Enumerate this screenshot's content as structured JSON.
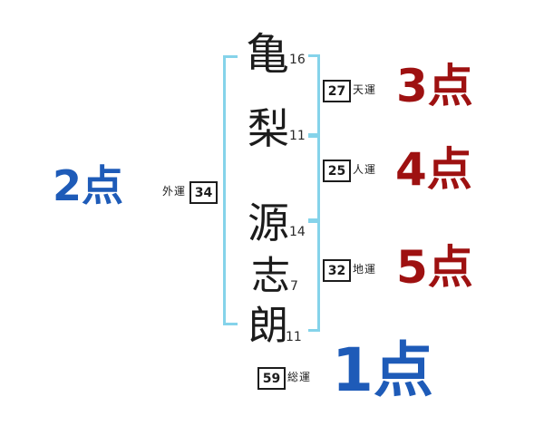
{
  "name": {
    "chars": [
      {
        "char": "亀",
        "strokes": "16"
      },
      {
        "char": "梨",
        "strokes": "11"
      },
      {
        "char": "源",
        "strokes": "14"
      },
      {
        "char": "志",
        "strokes": "7"
      },
      {
        "char": "朗",
        "strokes": "11"
      }
    ]
  },
  "fortunes": {
    "ten": {
      "value": "27",
      "label": "天運",
      "score": "3点"
    },
    "jin": {
      "value": "25",
      "label": "人運",
      "score": "4点"
    },
    "chi": {
      "value": "32",
      "label": "地運",
      "score": "5点"
    },
    "gai": {
      "value": "34",
      "label": "外運",
      "score": "2点"
    },
    "sou": {
      "value": "59",
      "label": "総運",
      "score": "1点"
    }
  },
  "colors": {
    "bracket_blue": "#85d3ea",
    "score_red": "#9e1111",
    "score_blue": "#1e5bb8",
    "ink": "#1c1c1c"
  }
}
